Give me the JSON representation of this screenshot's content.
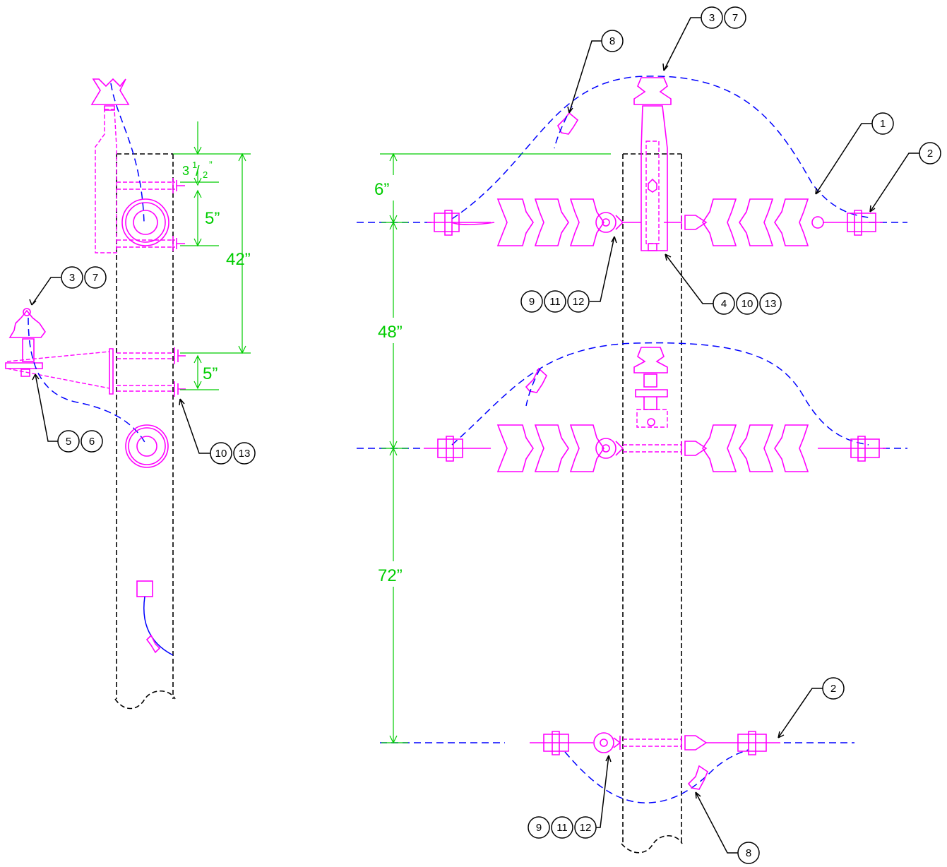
{
  "colors": {
    "hardware": "#ff00ff",
    "conductor": "#0000ff",
    "dimension": "#00cc00",
    "pole": "#000000"
  },
  "dimensions": {
    "side_view": {
      "top_offset": "3",
      "top_offset_fraction": {
        "numerator": "1",
        "denominator": "2",
        "inch_mark": "”"
      },
      "bolt_spacing_upper": "5”",
      "overall": "42”",
      "bolt_spacing_lower": "5”"
    },
    "front_view": {
      "top": "6”",
      "middle": "48”",
      "bottom": "72”"
    }
  },
  "callouts": {
    "side_top_pin": [
      "3",
      "7"
    ],
    "side_bracket": [
      "5",
      "6"
    ],
    "side_bolts": [
      "10",
      "13"
    ],
    "front_top_pin": [
      "3",
      "7"
    ],
    "front_tie": [
      "8"
    ],
    "front_conductor": [
      "1"
    ],
    "front_deadend": [
      "2"
    ],
    "front_upper_shackle": [
      "9",
      "11",
      "12"
    ],
    "front_bracket": [
      "4",
      "10",
      "13"
    ],
    "front_lower_deadend": [
      "2"
    ],
    "front_lower_shackle": [
      "9",
      "11",
      "12"
    ],
    "front_lower_tie": [
      "8"
    ]
  }
}
